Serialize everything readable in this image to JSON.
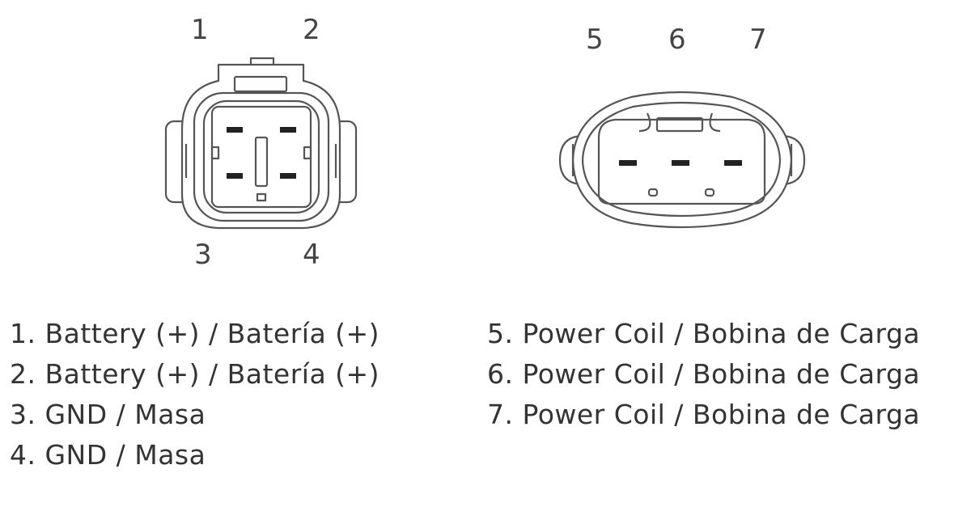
{
  "connector_left": {
    "pins_top": [
      "1",
      "2"
    ],
    "pins_bottom": [
      "3",
      "4"
    ]
  },
  "connector_right": {
    "pins_top": [
      "5",
      "6",
      "7"
    ]
  },
  "legend_left": [
    "1. Battery (+) / Batería (+)",
    "2. Battery (+) / Batería (+)",
    "3. GND / Masa",
    "4. GND / Masa"
  ],
  "legend_right": [
    "5. Power Coil / Bobina de Carga",
    "6. Power Coil / Bobina de Carga",
    "7. Power Coil / Bobina de Carga"
  ]
}
